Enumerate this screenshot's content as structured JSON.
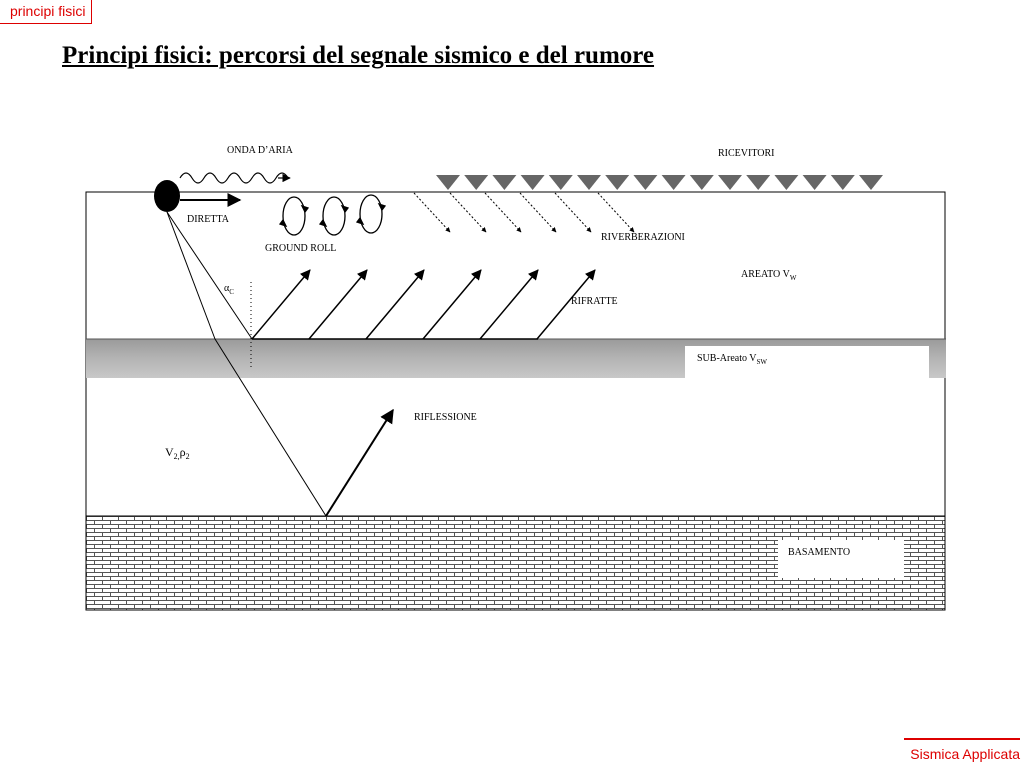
{
  "header": {
    "section_tag": "principi fisici"
  },
  "slide": {
    "title": "Principi fisici: percorsi del segnale sismico e del rumore"
  },
  "diagram": {
    "labels": {
      "air_wave": "ONDA D’ARIA",
      "receivers": "RICEVITORI",
      "direct": "DIRETTA",
      "ground_roll": "GROUND ROLL",
      "reverberations": "RIVERBERAZIONI",
      "aerated": "AREATO V",
      "aerated_sub": "W",
      "critical_angle": "α",
      "critical_angle_sub": "C",
      "refracted": "RIFRATTE",
      "sub_aerated": "SUB-Areato V",
      "sub_aerated_sub": "SW",
      "reflection": "RIFLESSIONE",
      "velocity": "V",
      "velocity_sub1": "2,",
      "density": "ρ",
      "velocity_sub2": "2",
      "basement": "BASAMENTO"
    },
    "receiver_count": 16,
    "refracted_ray_count": 6,
    "reverberation_ray_count": 6
  },
  "footer": {
    "text": "Sismica Applicata"
  },
  "colors": {
    "accent": "#dd0000",
    "layer_gray": "#aaaaaa",
    "brick": "#555555"
  }
}
